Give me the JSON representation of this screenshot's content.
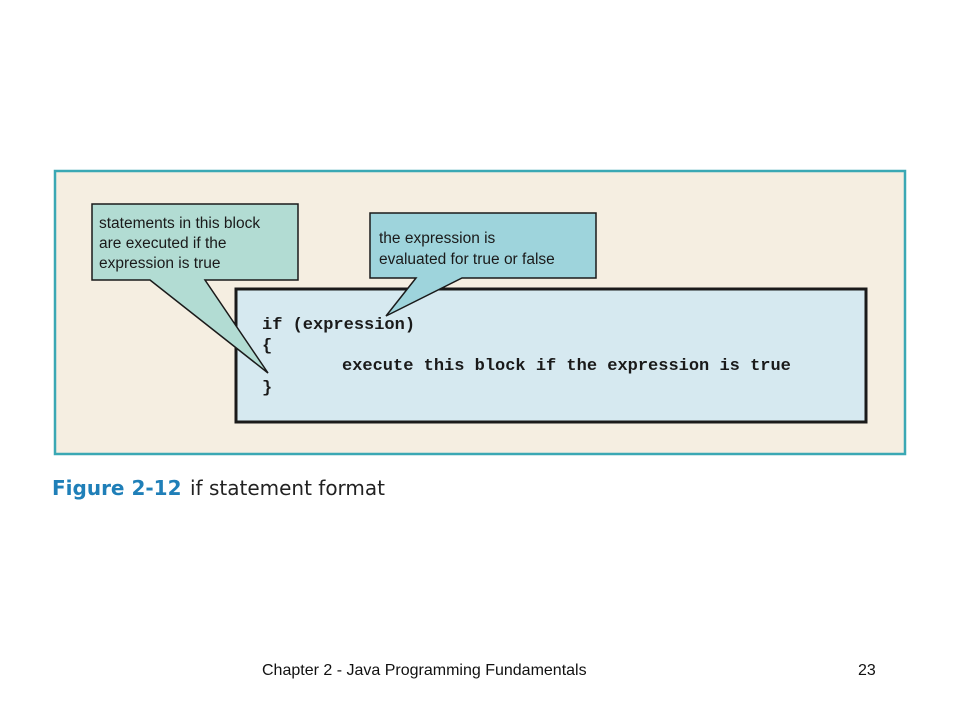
{
  "callouts": {
    "block": {
      "lines": [
        "statements in this block",
        "are executed if the",
        "expression is true"
      ]
    },
    "expression": {
      "lines": [
        "the expression is",
        "evaluated for true or false"
      ]
    }
  },
  "code": {
    "lines": [
      "if (expression)",
      "{",
      "execute this block if the expression is true",
      "}"
    ]
  },
  "caption": {
    "number": "Figure 2-12",
    "title": "if statement format"
  },
  "footer": {
    "text": "Chapter 2 - Java Programming Fundamentals",
    "page": "23"
  },
  "colors": {
    "panel_bg": "#f5eee1",
    "panel_border": "#3aa8b4",
    "code_bg": "#d6e9f0",
    "callout_fill": "#b2dcd3",
    "callout_fill_right": "#9ed4dc",
    "caption_accent": "#1f7fb8"
  }
}
